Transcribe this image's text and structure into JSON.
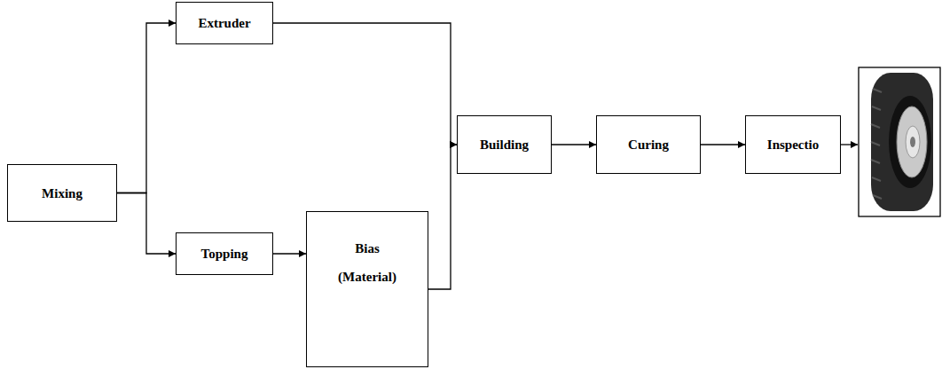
{
  "diagram": {
    "nodes": [
      {
        "text": [
          "Mixing"
        ]
      },
      {
        "text": [
          "Extruder"
        ]
      },
      {
        "text": [
          "Topping"
        ]
      },
      {
        "text": [
          "Bias (Material)"
        ]
      },
      {
        "text": [
          "Building"
        ]
      },
      {
        "text": [
          "Curing"
        ]
      },
      {
        "text": [
          "Inspectio"
        ]
      }
    ],
    "edges": [
      {
        "from": 0,
        "to": 1,
        "arrow": "to"
      },
      {
        "from": 0,
        "to": 2,
        "arrow": "to"
      },
      {
        "from": 2,
        "to": 3,
        "arrow": "to"
      },
      {
        "from": 1,
        "to": 4,
        "arrow": "to"
      },
      {
        "from": 3,
        "to": 4,
        "arrow": "to"
      },
      {
        "from": 4,
        "to": 5,
        "arrow": "to"
      },
      {
        "from": 5,
        "to": 6,
        "arrow": "to"
      }
    ]
  }
}
